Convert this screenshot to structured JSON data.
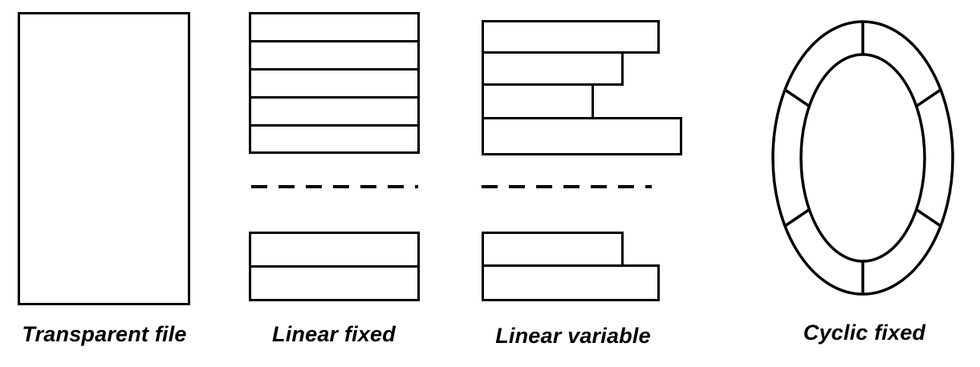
{
  "colors": {
    "line": "#000000",
    "background": "#ffffff"
  },
  "figures": [
    {
      "id": "transparent-file",
      "label": "Transparent file"
    },
    {
      "id": "linear-fixed",
      "label": "Linear fixed"
    },
    {
      "id": "linear-variable",
      "label": "Linear variable"
    },
    {
      "id": "cyclic-fixed",
      "label": "Cyclic fixed"
    }
  ]
}
